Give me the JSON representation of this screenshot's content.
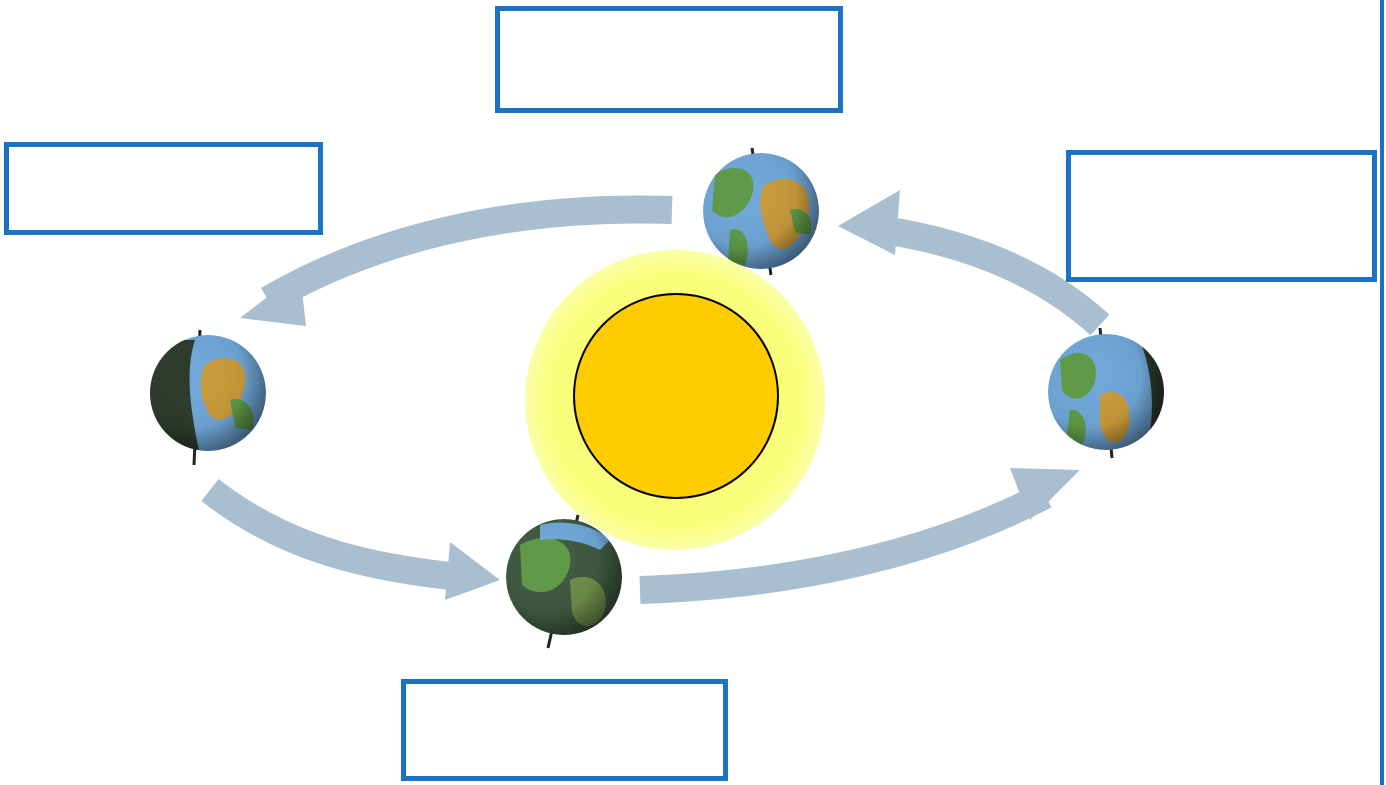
{
  "diagram": {
    "colors": {
      "label_border": "#1a73c4",
      "orbit_arrow": "#a9bfcf",
      "sun_glow": "#faff7a",
      "sun_core": "#ffcc00",
      "ocean": "#6fa7d8",
      "land": "#5f9a47",
      "desert": "#c99a3a",
      "shadow": "#2c3a2a"
    },
    "labels": {
      "top": "",
      "left": "",
      "right": "",
      "bottom": ""
    },
    "elements": {
      "sun": "sun",
      "earths": [
        "earth-top",
        "earth-left",
        "earth-right",
        "earth-bottom"
      ],
      "arrows": [
        "orbit-arrow-top",
        "orbit-arrow-left",
        "orbit-arrow-bottom",
        "orbit-arrow-right"
      ]
    }
  }
}
